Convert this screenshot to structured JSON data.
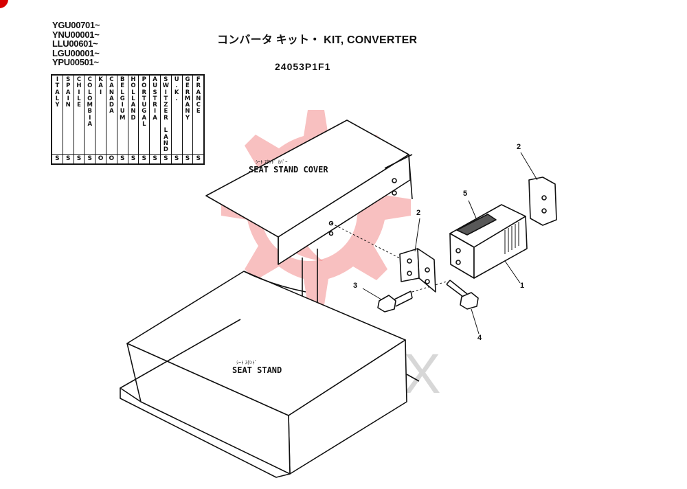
{
  "header": {
    "serials": [
      "YGU00701~",
      "YNU00001~",
      "LLU00601~",
      "LGU00001~",
      "YPU00501~"
    ],
    "title": "コンバータ キット・ KIT, CONVERTER",
    "part_number": "24053P1F1"
  },
  "countries": [
    {
      "name": "ITALY",
      "code": "S"
    },
    {
      "name": "SPAIN",
      "code": "S"
    },
    {
      "name": "CHILE",
      "code": "S"
    },
    {
      "name": "COLOMBIA",
      "code": "S"
    },
    {
      "name": "KAI",
      "code": "O"
    },
    {
      "name": "CANADA",
      "code": "O"
    },
    {
      "name": "BELGIUM",
      "code": "S"
    },
    {
      "name": "HOLLAND",
      "code": "S"
    },
    {
      "name": "PORTUGAL",
      "code": "S"
    },
    {
      "name": "AUSTRIA",
      "code": "S"
    },
    {
      "name": "SWITZER LAND",
      "code": "S"
    },
    {
      "name": "U.K.",
      "code": "S"
    },
    {
      "name": "GERMANY",
      "code": "S"
    },
    {
      "name": "FRANCE",
      "code": "S"
    }
  ],
  "diagram": {
    "seat_stand_cover": {
      "kana": "ｼｰﾄ ｽﾀﾝﾄﾞ ｶﾊﾞｰ",
      "label": "SEAT STAND COVER"
    },
    "seat_stand": {
      "kana": "ｼｰﾄ ｽﾀﾝﾄﾞ",
      "label": "SEAT STAND"
    },
    "callouts": [
      "1",
      "2",
      "2",
      "3",
      "4",
      "5"
    ]
  },
  "watermark": {
    "text": "ИНТЕХ",
    "color": "#e83a3a"
  }
}
